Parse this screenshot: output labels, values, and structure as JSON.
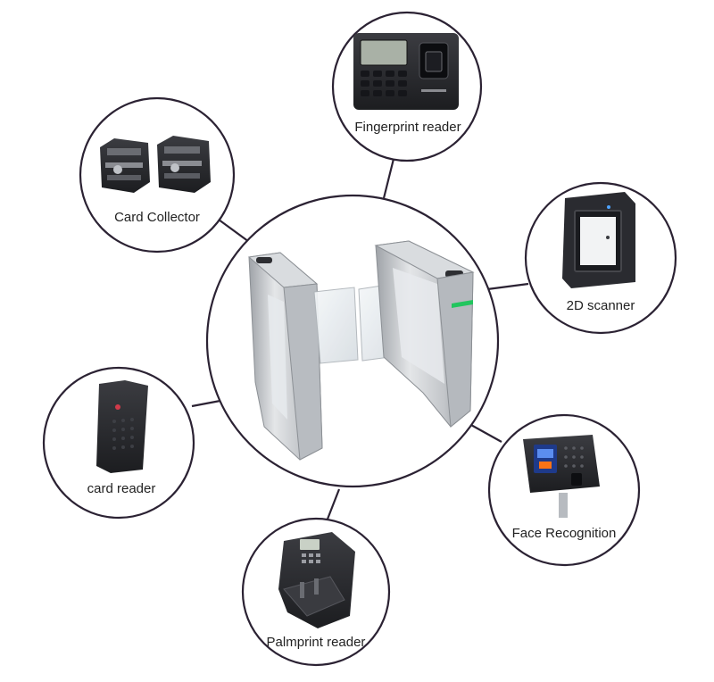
{
  "diagram": {
    "center": {
      "name": "swing-barrier-turnstile"
    },
    "nodes": [
      {
        "id": "fingerprint",
        "label": "Fingerprint reader",
        "icon": "fingerprint-reader-icon"
      },
      {
        "id": "card-collector",
        "label": "Card Collector",
        "icon": "card-collector-icon"
      },
      {
        "id": "scanner-2d",
        "label": "2D scanner",
        "icon": "qr-scanner-icon"
      },
      {
        "id": "card-reader",
        "label": "card reader",
        "icon": "card-reader-icon"
      },
      {
        "id": "face-recognition",
        "label": "Face Recognition",
        "icon": "face-recognition-terminal-icon"
      },
      {
        "id": "palmprint",
        "label": "Palmprint reader",
        "icon": "palmprint-reader-icon"
      }
    ]
  },
  "colors": {
    "ring": "#2b2233",
    "connector": "#2b2233",
    "device_dark": "#26272b",
    "device_mid": "#4a4b50",
    "metal": "#c9ccd0",
    "glass": "#e9eef1",
    "accent_green": "#22c55e"
  }
}
